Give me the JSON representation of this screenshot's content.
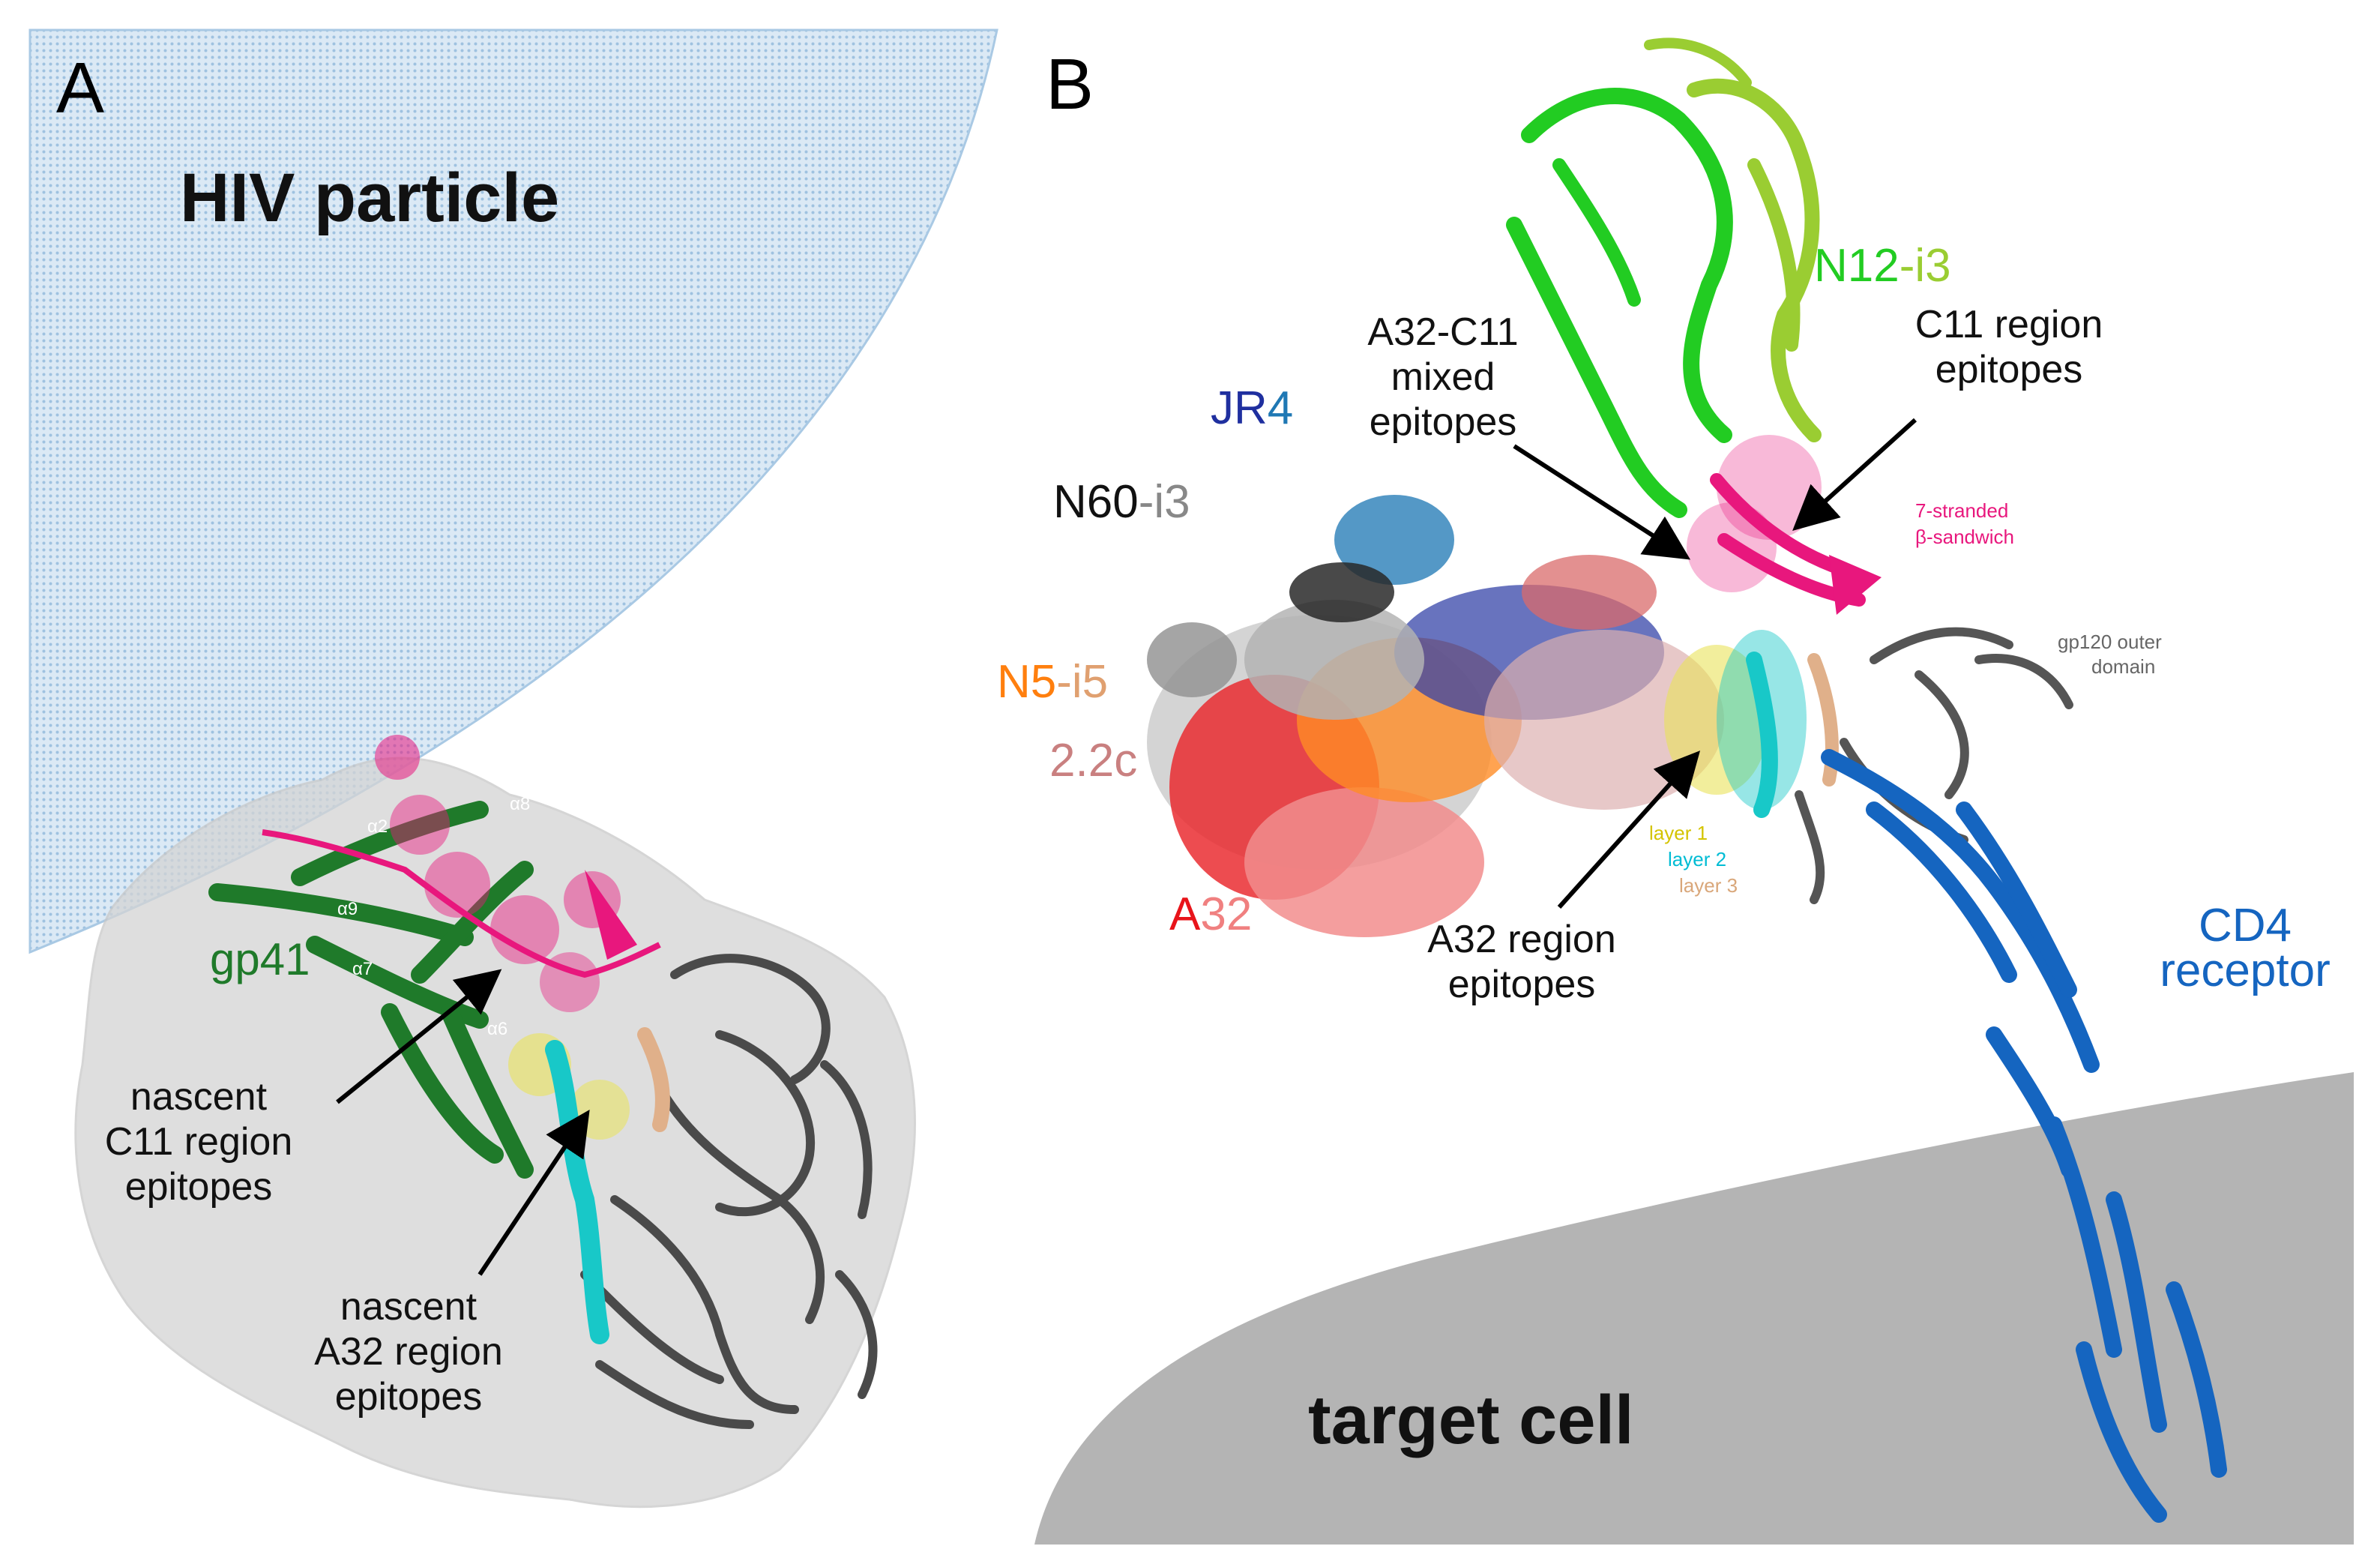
{
  "panel_a": {
    "letter": "A",
    "particle_label": "HIV particle",
    "gp41_label": "gp41",
    "helix_labels": [
      "α8",
      "α2",
      "α9",
      "α7",
      "α6"
    ],
    "c11_callout": [
      "nascent",
      "C11 region",
      "epitopes"
    ],
    "a32_callout": [
      "nascent",
      "A32 region",
      "epitopes"
    ]
  },
  "panel_b": {
    "letter": "B",
    "target_cell_label": "target cell",
    "antibodies": [
      {
        "part1": "N12",
        "part2": "-i3",
        "color1": "#22cc22",
        "color2": "#9acd32"
      },
      {
        "part1": "JR",
        "part2": "4",
        "color1": "#1f2f9f",
        "color2": "#1f78b4"
      },
      {
        "part1": "N60",
        "part2": "-i3",
        "color1": "#111111",
        "color2": "#888888"
      },
      {
        "part1": "N5",
        "part2": "-i5",
        "color1": "#ff7f0e",
        "color2": "#e0a070"
      },
      {
        "part1": "2.2c",
        "part2": "",
        "color1": "#c98080",
        "color2": "#c98080"
      },
      {
        "part1": "A",
        "part2": "32",
        "color1": "#e8141a",
        "color2": "#f08080"
      }
    ],
    "cd4_label": [
      "CD4",
      "receptor"
    ],
    "a32_c11_callout": [
      "A32-C11",
      "mixed",
      "epitopes"
    ],
    "c11_callout": [
      "C11 region",
      "epitopes"
    ],
    "a32_callout": [
      "A32 region",
      "epitopes"
    ],
    "sandwich_label": [
      "7-stranded",
      "β-sandwich"
    ],
    "outer_domain_label": [
      "gp120 outer",
      "domain"
    ],
    "layers": [
      {
        "label": "layer 1",
        "color": "#d4c400"
      },
      {
        "label": "layer 2",
        "color": "#00bcd4"
      },
      {
        "label": "layer 3",
        "color": "#d9a77a"
      }
    ]
  },
  "colors": {
    "particle_fill": "#cfe3f2",
    "target_cell_fill": "#b4b4b4",
    "gp41": "#1f7a2a",
    "c11_pink": "#e8177d",
    "a32_cyan": "#18c8c8",
    "gp120_gray": "#555555",
    "cd4_blue": "#1565c0"
  }
}
